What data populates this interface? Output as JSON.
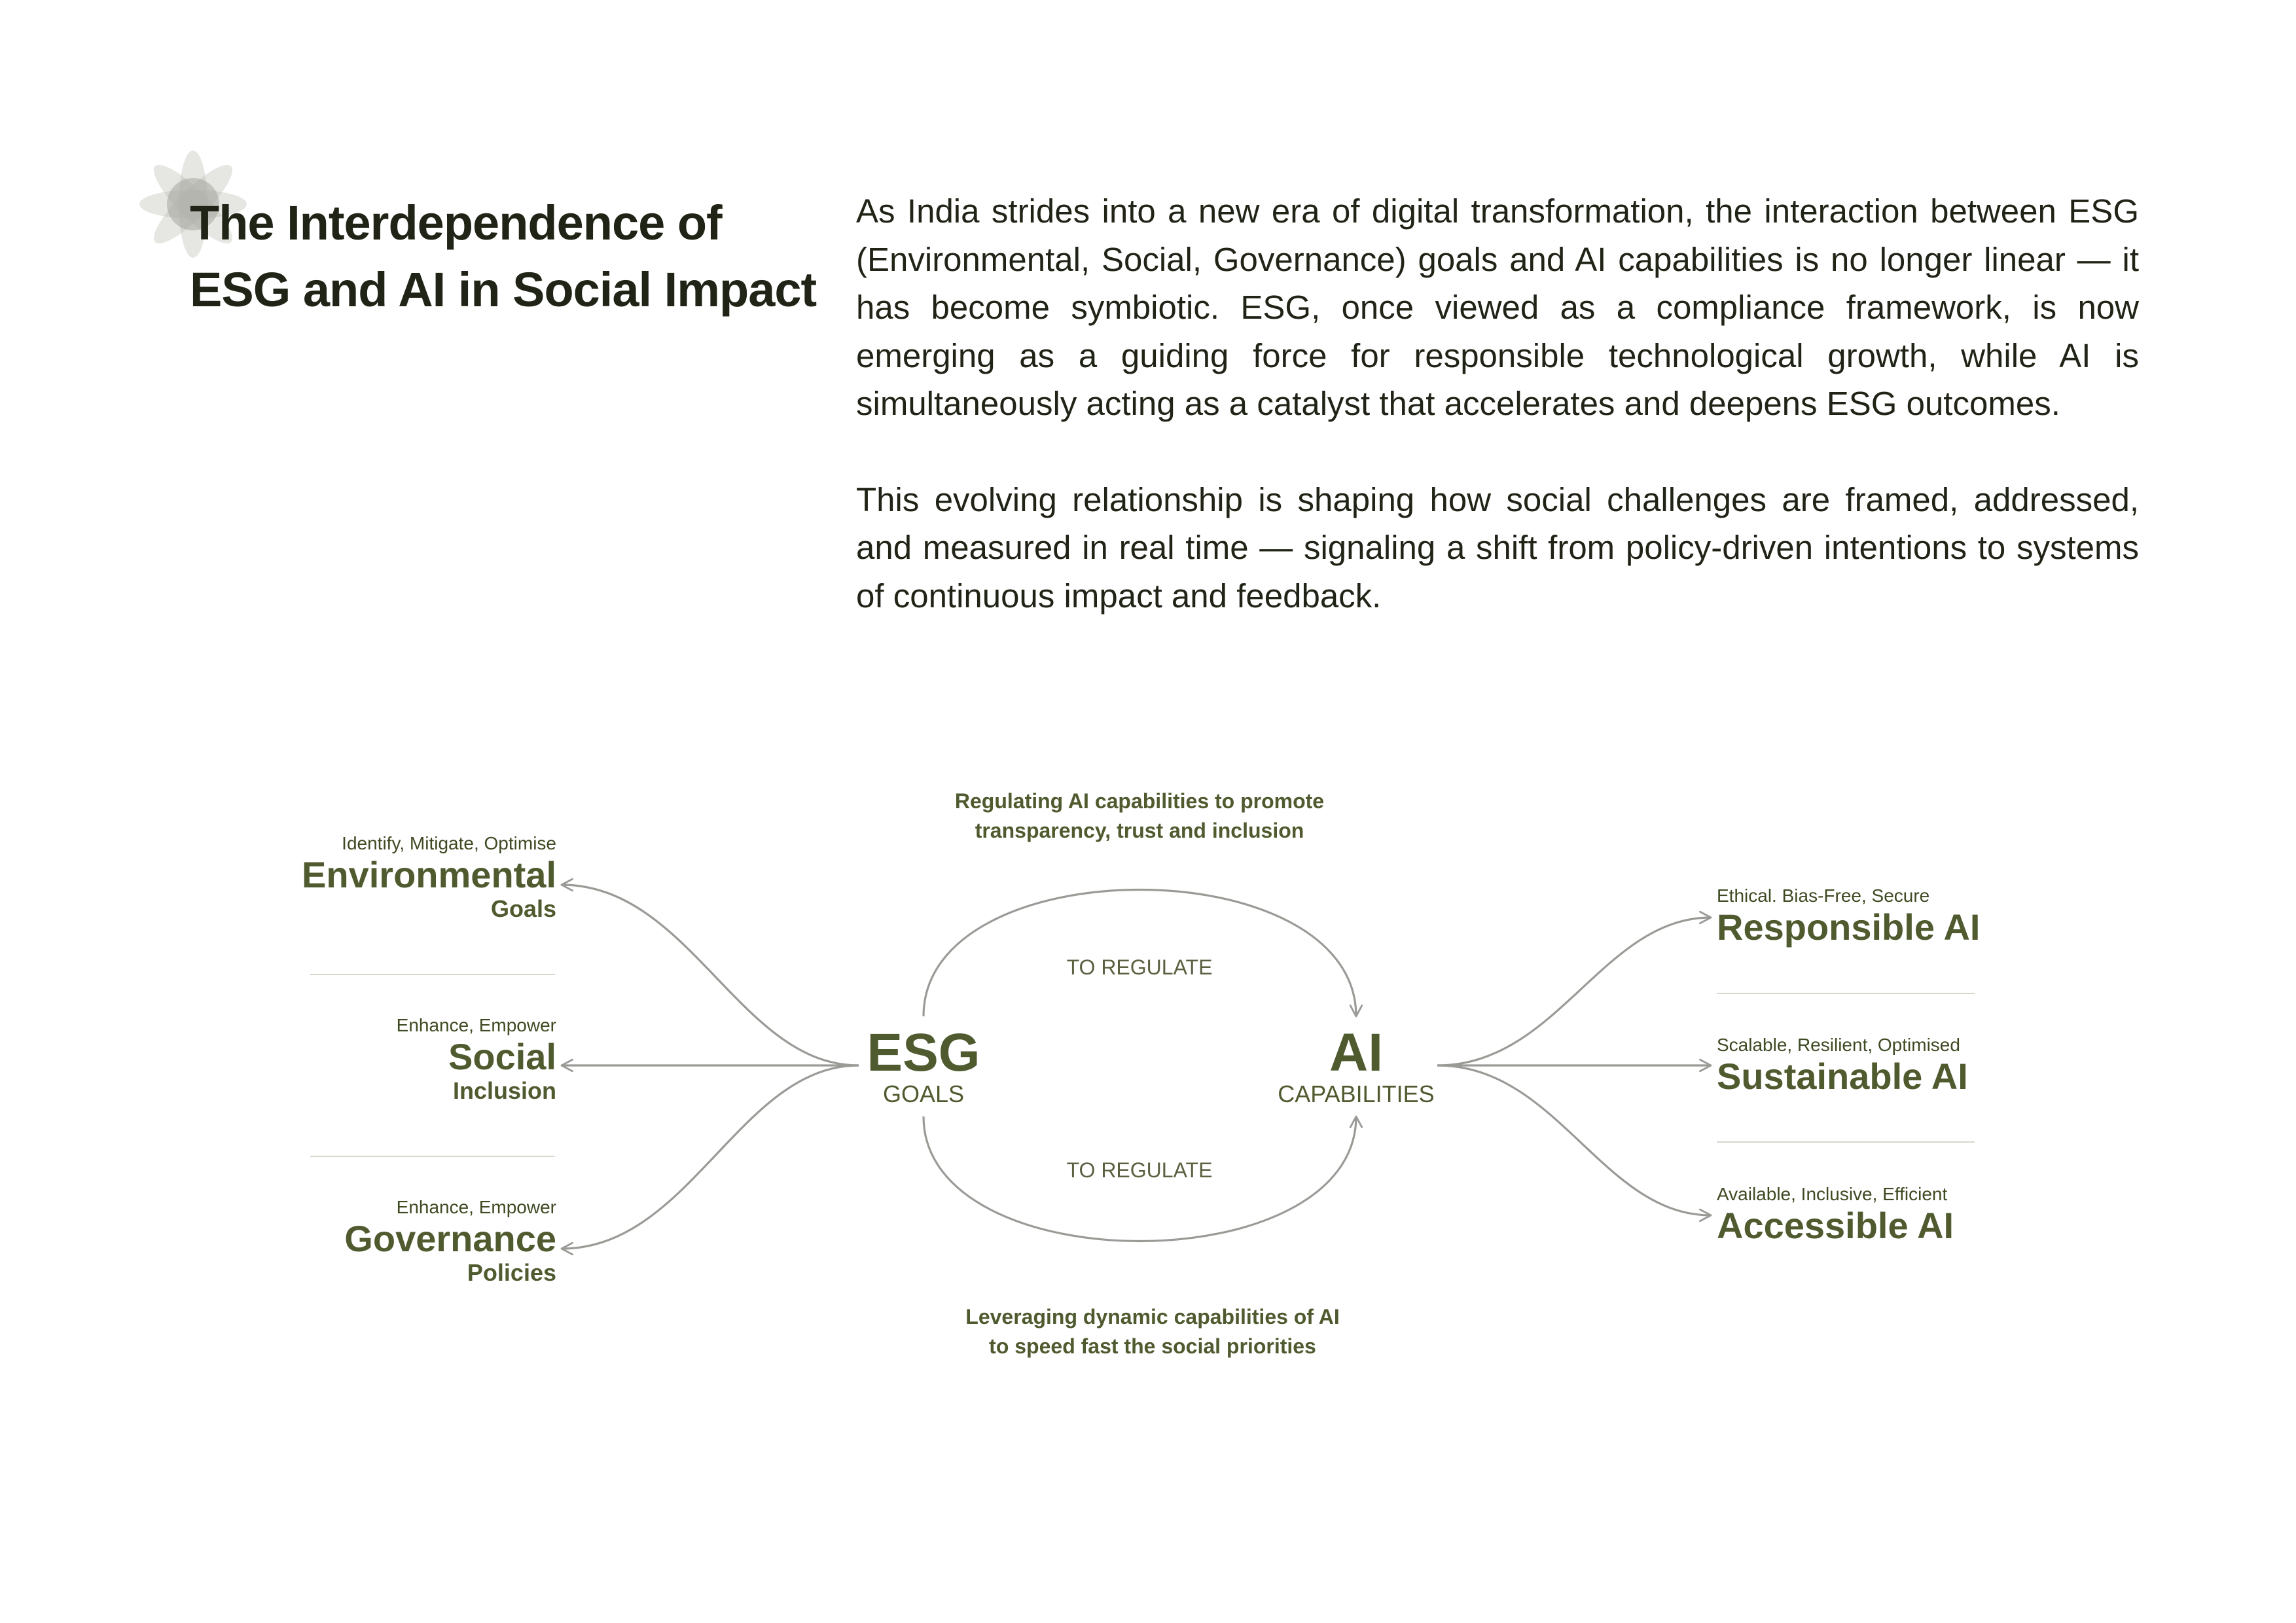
{
  "header": {
    "title_line1": "The Interdependence of",
    "title_line2": "ESG and AI in Social Impact",
    "paragraph1": "As India strides into a new era of digital transformation, the interaction between ESG (Environmental, Social, Governance) goals and AI capabilities is no longer linear — it has become symbiotic. ESG, once viewed as a compliance framework, is now emerging as a guiding force for responsible technological growth, while AI is simultaneously acting as a catalyst that accelerates and deepens ESG outcomes.",
    "paragraph2": "This evolving relationship is shaping how social challenges are framed, addressed, and measured in real time — signaling a shift from policy-driven intentions to systems of continuous impact and feedback."
  },
  "diagram": {
    "esg": {
      "title": "ESG",
      "subtitle": "GOALS"
    },
    "ai": {
      "title": "AI",
      "subtitle": "CAPABILITIES"
    },
    "top_caption_line1": "Regulating AI capabilities to promote",
    "top_caption_line2": "transparency, trust and inclusion",
    "bottom_caption_line1": "Leveraging dynamic capabilities of AI",
    "bottom_caption_line2": "to speed fast the social priorities",
    "top_arc_label": "TO REGULATE",
    "bottom_arc_label": "TO REGULATE",
    "left_items": [
      {
        "tagline": "Identify, Mitigate, Optimise",
        "title": "Environmental",
        "subtitle": "Goals"
      },
      {
        "tagline": "Enhance, Empower",
        "title": "Social",
        "subtitle": "Inclusion"
      },
      {
        "tagline": "Enhance, Empower",
        "title": "Governance",
        "subtitle": "Policies"
      }
    ],
    "right_items": [
      {
        "tagline": "Ethical. Bias-Free, Secure",
        "title": "Responsible AI"
      },
      {
        "tagline": "Scalable, Resilient, Optimised",
        "title": "Sustainable AI"
      },
      {
        "tagline": "Available, Inclusive, Efficient",
        "title": "Accessible AI"
      }
    ]
  },
  "colors": {
    "accent": "#4f5a2f",
    "text": "#1f2416",
    "line": "#9a9a96",
    "divider": "#d7d7cf"
  }
}
